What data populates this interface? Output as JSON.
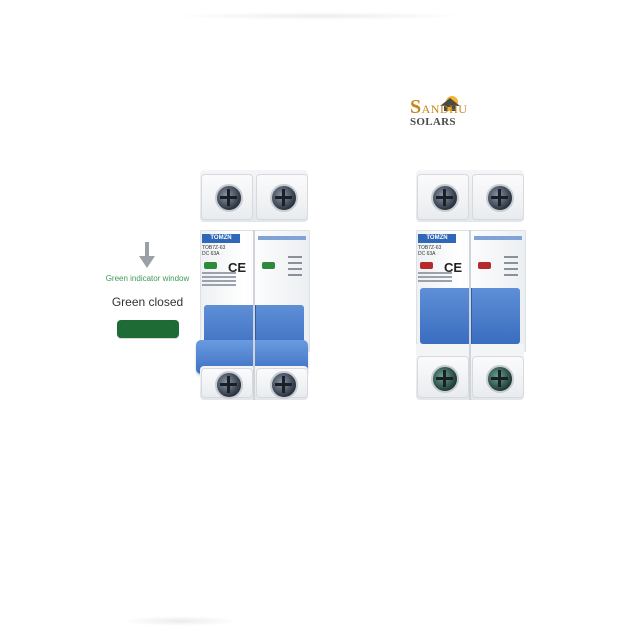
{
  "logo": {
    "line1_initial": "S",
    "line1_rest": "ANDHU",
    "line2": "SOLARS",
    "accent_color": "#c4871c"
  },
  "annotation": {
    "arrow_icon": "arrow-down-icon",
    "caption": "Green indicator window",
    "status": "Green closed",
    "swatch_color": "#1f6b35"
  },
  "breakers": [
    {
      "brand": "TOMZN",
      "model": "TOB7Z-63",
      "rating": "DC 63A",
      "state": "closed",
      "indicator_color": "#2d8a3c",
      "ce": "CE"
    },
    {
      "brand": "TOMZN",
      "model": "TOB7Z-63",
      "rating": "DC 63A",
      "state": "open",
      "indicator_color": "#b52a2a",
      "ce": "CE"
    }
  ]
}
